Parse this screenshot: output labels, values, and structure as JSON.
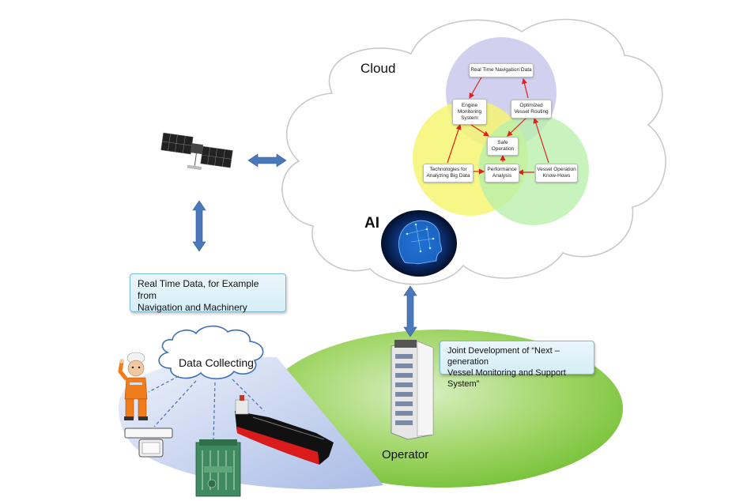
{
  "cloud_label": "Cloud",
  "ai_label": "AI",
  "data_collecting_label": "Data Collecting",
  "operator_label": "Operator",
  "callout_realtime": "Real Time Data, for Example from\nNavigation and Machinery",
  "callout_joint": "Joint Development of “Next – generation\nVessel Monitoring and Support System”",
  "venn_nodes": {
    "realtime_nav": "Real Time Navigation Data",
    "engine_monitoring": "Engine\nMonitoring\nSystem",
    "optimized_routing": "Optimized\nVessel Routing",
    "safe_operation": "Safe\nOperation",
    "big_data": "Technologies for\nAnalyzing Big Data",
    "performance_analysis": "Performance\nAnalysis",
    "vessel_knowhow": "Vessel Operation\nKnow-Hows"
  },
  "colors": {
    "arrow_blue": "#4a78b8",
    "venn_purple": "#c9c9ec",
    "venn_yellow": "#f5f56e",
    "venn_green": "#b9efaa",
    "ground_green": "#7cc63a",
    "ground_blue": "#b9c8ec",
    "flow_red": "#e02020"
  }
}
